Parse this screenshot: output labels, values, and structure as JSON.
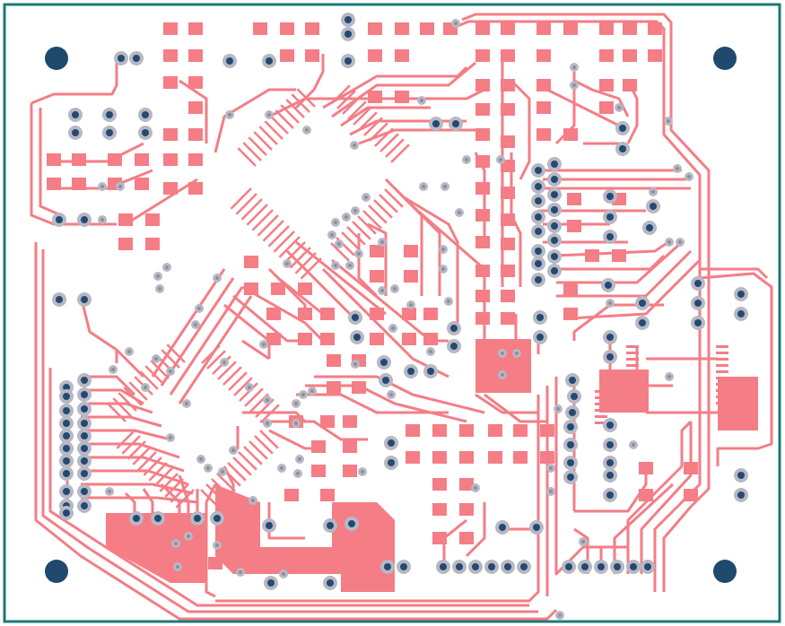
{
  "board": {
    "outline_color": "#1a7a78",
    "copper_color": "#f47d86",
    "via_ring_color": "#b8b8c4",
    "via_hole_color": "#234a72",
    "mount_hole_color": "#1f4a6e",
    "background": "#ffffff"
  },
  "mount_holes": [
    "top-left-mount-hole",
    "top-right-mount-hole",
    "bottom-left-mount-hole",
    "bottom-right-mount-hole"
  ]
}
